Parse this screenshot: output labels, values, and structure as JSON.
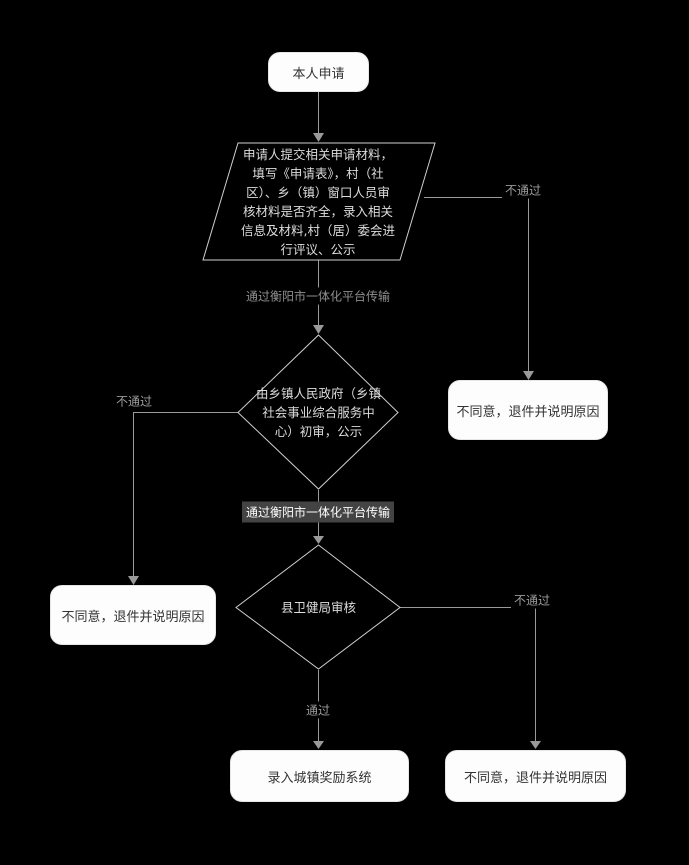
{
  "colors": {
    "background": "#000000",
    "connector": "#9a9a9a",
    "shape_outline": "#cfcfcf",
    "card_fill": "#fdfdfd",
    "card_text": "#333333",
    "shape_text": "#dcdcdc",
    "highlight_label_bg": "#434343",
    "highlight_label_text": "#ffffff"
  },
  "nodes": {
    "start": {
      "label": "本人申请"
    },
    "submit": {
      "text": "申请人提交相关申请材料，\n填写《申请表》，村（社\n区）、乡（镇）窗口人员审\n核材料是否齐全，录入相关\n信息及材料,村（居）委会进\n行评议、公示"
    },
    "township": {
      "text": "由乡镇人民政府（乡镇\n社会事业综合服务中\n心）初审，公示"
    },
    "county": {
      "label": "县卫健局审核"
    },
    "reject_right_top": {
      "label": "不同意，退件并说明原因"
    },
    "reject_left": {
      "label": "不同意，退件并说明原因"
    },
    "reject_right_bottom": {
      "label": "不同意，退件并说明原因"
    },
    "final": {
      "label": "录入城镇奖励系统"
    }
  },
  "edge_labels": {
    "transfer_1": "通过衡阳市一体化平台传输",
    "transfer_2": "通过衡阳市一体化平台传输",
    "fail_1": "不通过",
    "fail_2": "不通过",
    "fail_3": "不通过",
    "pass": "通过"
  }
}
